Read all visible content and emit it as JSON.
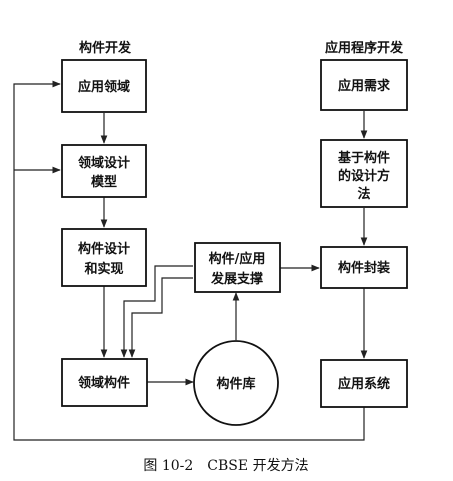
{
  "lanes": {
    "component_dev": "构件开发",
    "application_dev": "应用程序开发"
  },
  "nodes": {
    "domain": [
      "应用领域"
    ],
    "domain_design": [
      "领域设计",
      "模型"
    ],
    "component_design": [
      "构件设计",
      "和实现"
    ],
    "domain_components": [
      "领域构件"
    ],
    "support": [
      "构件/应用",
      "发展支撑"
    ],
    "library": [
      "构件库"
    ],
    "app_req": [
      "应用需求"
    ],
    "comp_based_design": [
      "基于构件",
      "的设计方",
      "法"
    ],
    "packaging": [
      "构件封装"
    ],
    "app_system": [
      "应用系统"
    ]
  },
  "caption": "图 10-2　CBSE 开发方法"
}
